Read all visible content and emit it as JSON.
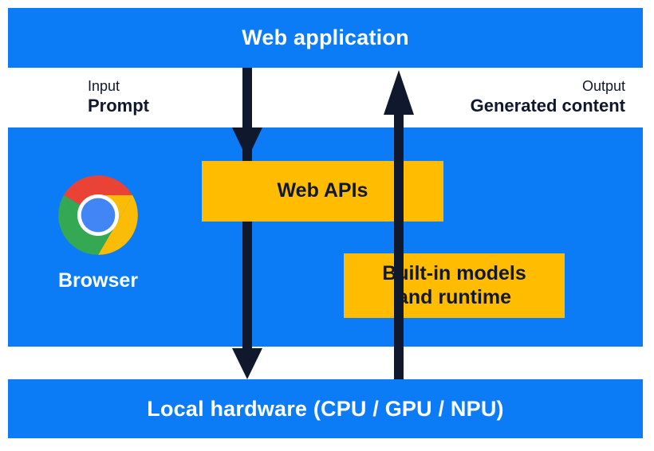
{
  "diagram": {
    "title_band": {
      "label": "Web application"
    },
    "middle_band": {
      "browser": {
        "icon": "chrome-logo-icon",
        "label": "Browser"
      },
      "boxes": [
        {
          "id": "web-apis",
          "label": "Web APIs"
        },
        {
          "id": "built-in-models",
          "line1": "Built-in models",
          "line2": "and runtime"
        }
      ]
    },
    "bottom_band": {
      "label": "Local hardware (CPU / GPU / NPU)"
    },
    "flows": [
      {
        "id": "input-flow",
        "kind": "Input",
        "value": "Prompt",
        "direction": "down",
        "icon": "arrow-down-icon"
      },
      {
        "id": "output-flow",
        "kind": "Output",
        "value": "Generated content",
        "direction": "up",
        "icon": "arrow-up-icon"
      }
    ]
  },
  "colors": {
    "band_blue": "#0b7cf6",
    "box_amber": "#ffbc00",
    "ink_navy": "#10182e",
    "white": "#ffffff",
    "chrome_red": "#ea4335",
    "chrome_yellow": "#fbbc05",
    "chrome_green": "#34a853",
    "chrome_blue": "#4285f4"
  }
}
